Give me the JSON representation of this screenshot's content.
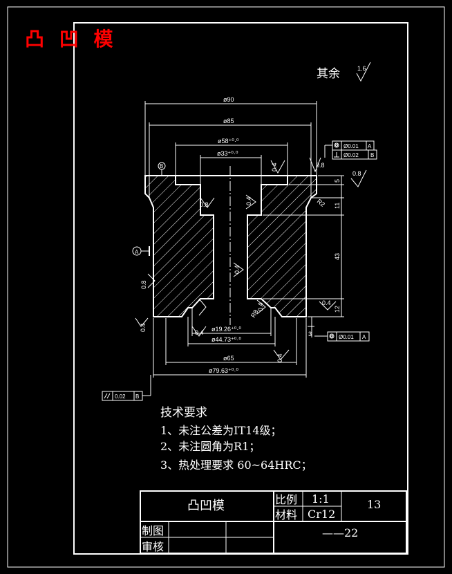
{
  "header": {
    "title": "凸 凹 模"
  },
  "roughness": {
    "other_label": "其余",
    "other_value": "1.6"
  },
  "dimensions": {
    "d90": "ø90",
    "d85": "ø85",
    "d58": "ø58⁺⁰·⁰",
    "d33": "ø33⁺⁰·⁰",
    "d19": "ø19.26⁺⁰·⁰",
    "d44": "ø44.73⁺⁰·⁰",
    "d65": "ø65",
    "d79": "ø79.63⁺⁰·⁰",
    "h5": "5",
    "h11": "11",
    "h43": "43",
    "h12": "12",
    "h3": "3",
    "r2": "R2",
    "r8": "R8"
  },
  "surface_finish": {
    "r08a": "0.8",
    "r04a": "0.4",
    "r08b": "0.8",
    "r08c": "0.8",
    "r04b": "0.4",
    "r04c": "0.4",
    "r08d": "0.8",
    "r04d": "0.4",
    "r04e": "0.4",
    "r04f": "0.4",
    "r04g": "0.4",
    "r04h": "0.4"
  },
  "tolerance_frames": {
    "concentric_top": {
      "value": "Ø0.01",
      "datum": "A"
    },
    "perp_top": {
      "value": "Ø0.02",
      "datum": "B"
    },
    "concentric_bottom": {
      "value": "Ø0.01",
      "datum": "A"
    },
    "parallel": {
      "value": "0.02",
      "datum": "B"
    }
  },
  "datums": {
    "a": "A",
    "b": "B"
  },
  "requirements": {
    "heading": "技术要求",
    "items": [
      "1、未注公差为IT14级；",
      "2、未注圆角为R1；",
      "3、热处理要求 60~64HRC；"
    ]
  },
  "title_block": {
    "part_name": "凸凹模",
    "scale_label": "比例",
    "scale_value": "1:1",
    "material_label": "材料",
    "material_value": "Cr12",
    "quantity": "13",
    "drawn_label": "制图",
    "checked_label": "审核",
    "drawing_no": "——22"
  }
}
